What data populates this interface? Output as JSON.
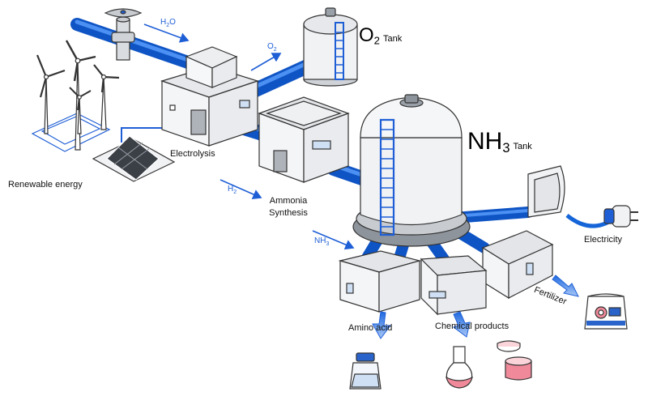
{
  "flows": {
    "water": {
      "text": "H",
      "sub": "2",
      "suffix": "O"
    },
    "oxygen": {
      "text": "O",
      "sub": "2"
    },
    "hydrogen": {
      "text": "H",
      "sub": "2"
    },
    "ammonia": {
      "text": "NH",
      "sub": "3"
    }
  },
  "tanks": {
    "o2": {
      "formula": "O",
      "sub": "2",
      "word": "Tank"
    },
    "nh3": {
      "formula": "NH",
      "sub": "3",
      "word": "Tank"
    }
  },
  "stages": {
    "renewable": "Renewable energy",
    "electrolysis": "Electrolysis",
    "synthesis_line1": "Ammonia",
    "synthesis_line2": "Synthesis"
  },
  "outputs": {
    "electricity": "Electricity",
    "fertilizer": "Fertilizer",
    "amino_acid": "Amino acid",
    "chemical_products": "Chemical products"
  },
  "colors": {
    "pipe": "#1565d8",
    "outline": "#333333",
    "wall": "#f3f4f6",
    "roof": "#e3e5e8",
    "accent_pink": "#f08a9a"
  }
}
